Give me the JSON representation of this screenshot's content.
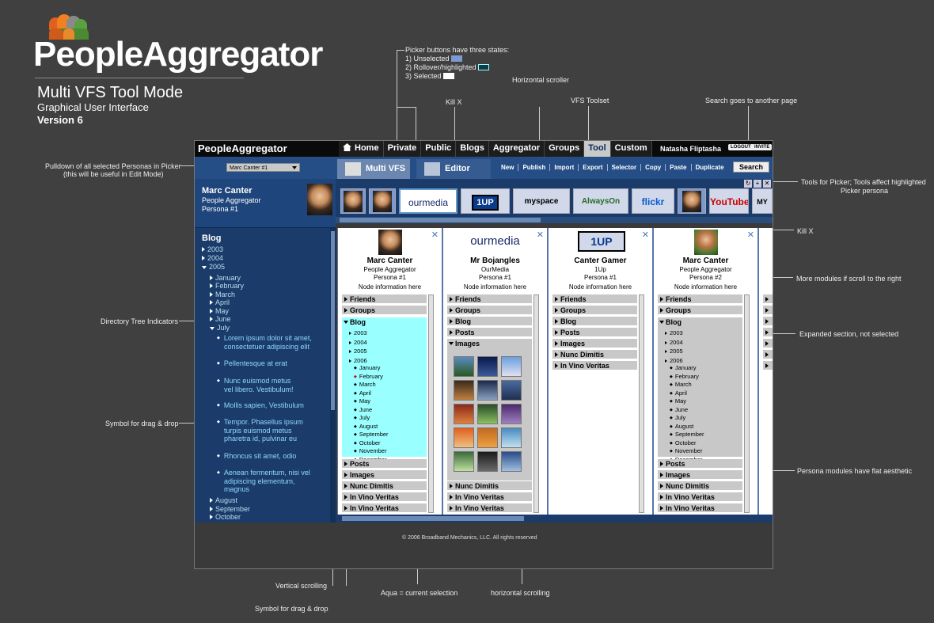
{
  "brand": {
    "name": "PeopleAggregator"
  },
  "doc": {
    "title": "Multi VFS Tool Mode",
    "subtitle": "Graphical User Interface",
    "version": "Version 6"
  },
  "annotations": {
    "picker_states_title": "Picker buttons have three states:",
    "picker_state_1": "1)  Unselected",
    "picker_state_2": "2) Rollover/highlighted",
    "picker_state_3": "3) Selected",
    "horizontal_scroller": "Horizontal scroller",
    "kill_x_top": "Kill X",
    "vfs_toolset": "VFS Toolset",
    "search_note": "Search goes to another page",
    "pulldown_1": "Pulldown of all selected Personas in Picker",
    "pulldown_2": "(this will be useful in Edit Mode)",
    "tools_picker_1": "Tools for Picker; Tools affect highlighted",
    "tools_picker_2": "Picker persona",
    "kill_x_right": "Kill X",
    "more_modules": "More modules if scroll to the right",
    "directory_tree": "Directory Tree Indicators",
    "expanded_section": "Expanded section, not selected",
    "drag_drop_left": "Symbol for drag & drop",
    "flat_aesthetic": "Persona modules have flat aesthetic",
    "vertical_scrolling": "Vertical scrolling",
    "aqua_selection": "Aqua = current selection",
    "horizontal_scrolling": "horizontal scrolling",
    "drag_drop_bottom": "Symbol for drag & drop"
  },
  "app": {
    "logo": "PeopleAggregator",
    "nav": [
      "Home",
      "Private",
      "Public",
      "Blogs",
      "Aggregator",
      "Groups",
      "Tool",
      "Custom"
    ],
    "active_nav": "Tool",
    "user": "Natasha Fliptasha",
    "logout": "LOGOUT",
    "invite": "INVITE",
    "persona_select": "Marc Canter #1",
    "mode_tabs": [
      "Multi VFS",
      "Editor"
    ],
    "tools": [
      "New",
      "Publish",
      "Import",
      "Export",
      "Selector",
      "Copy",
      "Paste",
      "Duplicate"
    ],
    "search_label": "Search",
    "persona_card": {
      "name": "Marc Canter",
      "org": "People Aggregator",
      "persona": "Persona #1"
    },
    "picker_items": [
      "ourmedia",
      "1UP",
      "myspace",
      "AlwaysOn",
      "flickr",
      "YouTube",
      "MY"
    ],
    "picker_tool_icons": [
      "refresh-icon",
      "plus-icon",
      "close-icon"
    ],
    "footer": "© 2006 Broadband Mechanics, LLC. All rights reserved"
  },
  "sidebar": {
    "title": "Blog",
    "years": [
      "2003",
      "2004",
      "2005"
    ],
    "months": [
      "January",
      "February",
      "March",
      "April",
      "May",
      "June",
      "July"
    ],
    "posts": [
      [
        "Lorem ipsum dolor sit amet,",
        "consectetuer adipiscing elit"
      ],
      [
        "Pellentesque at erat"
      ],
      [
        "Nunc euismod metus",
        "vel libero. Vestibulum!"
      ],
      [
        "Mollis sapien, Vestibulum"
      ],
      [
        "Tempor. Phasellus ipsum",
        "turpis euismod metus",
        "pharetra id, pulvinar eu"
      ],
      [
        "Rhoncus sit amet, odio"
      ],
      [
        "Aenean fermentum, nisi vel",
        "adipiscing elementum,",
        "magnus"
      ]
    ],
    "after_months": [
      "August",
      "September",
      "October"
    ]
  },
  "modules": [
    {
      "name": "Marc Canter",
      "org": "People Aggregator",
      "persona": "Persona #1",
      "info": "Node information here",
      "sections": [
        "Friends",
        "Groups",
        "Blog",
        "Posts",
        "Images",
        "Nunc Dimitis",
        "In Vino Veritas",
        "In Vino Veritas"
      ]
    },
    {
      "logo": "ourmedia",
      "name": "Mr Bojangles",
      "org": "OurMedia",
      "persona": "Persona #1",
      "info": "Node information here",
      "sections": [
        "Friends",
        "Groups",
        "Blog",
        "Posts",
        "Images",
        "Nunc Dimitis",
        "In Vino Veritas",
        "In Vino Veritas"
      ]
    },
    {
      "logo": "1UP",
      "name": "Canter Gamer",
      "org": "1Up",
      "persona": "Persona #1",
      "info": "Node information here",
      "sections": [
        "Friends",
        "Groups",
        "Blog",
        "Posts",
        "Images",
        "Nunc Dimitis",
        "In Vino Veritas"
      ]
    },
    {
      "name": "Marc Canter",
      "org": "People Aggregator",
      "persona": "Persona #2",
      "info": "Node information here",
      "sections": [
        "Friends",
        "Groups",
        "Blog",
        "Posts",
        "Images",
        "Nunc Dimitis",
        "In Vino Veritas",
        "In Vino Veritas"
      ]
    }
  ],
  "module_tree": {
    "years": [
      "2003",
      "2004",
      "2005",
      "2006"
    ],
    "months": [
      "January",
      "February",
      "March",
      "April",
      "May",
      "June",
      "July",
      "August",
      "September",
      "October",
      "November",
      "December"
    ]
  },
  "colors": {
    "background": "#404040",
    "selected": "#99ffff",
    "nav_active": "#c9c9c9",
    "panel_blue": "#1b3c6a"
  }
}
